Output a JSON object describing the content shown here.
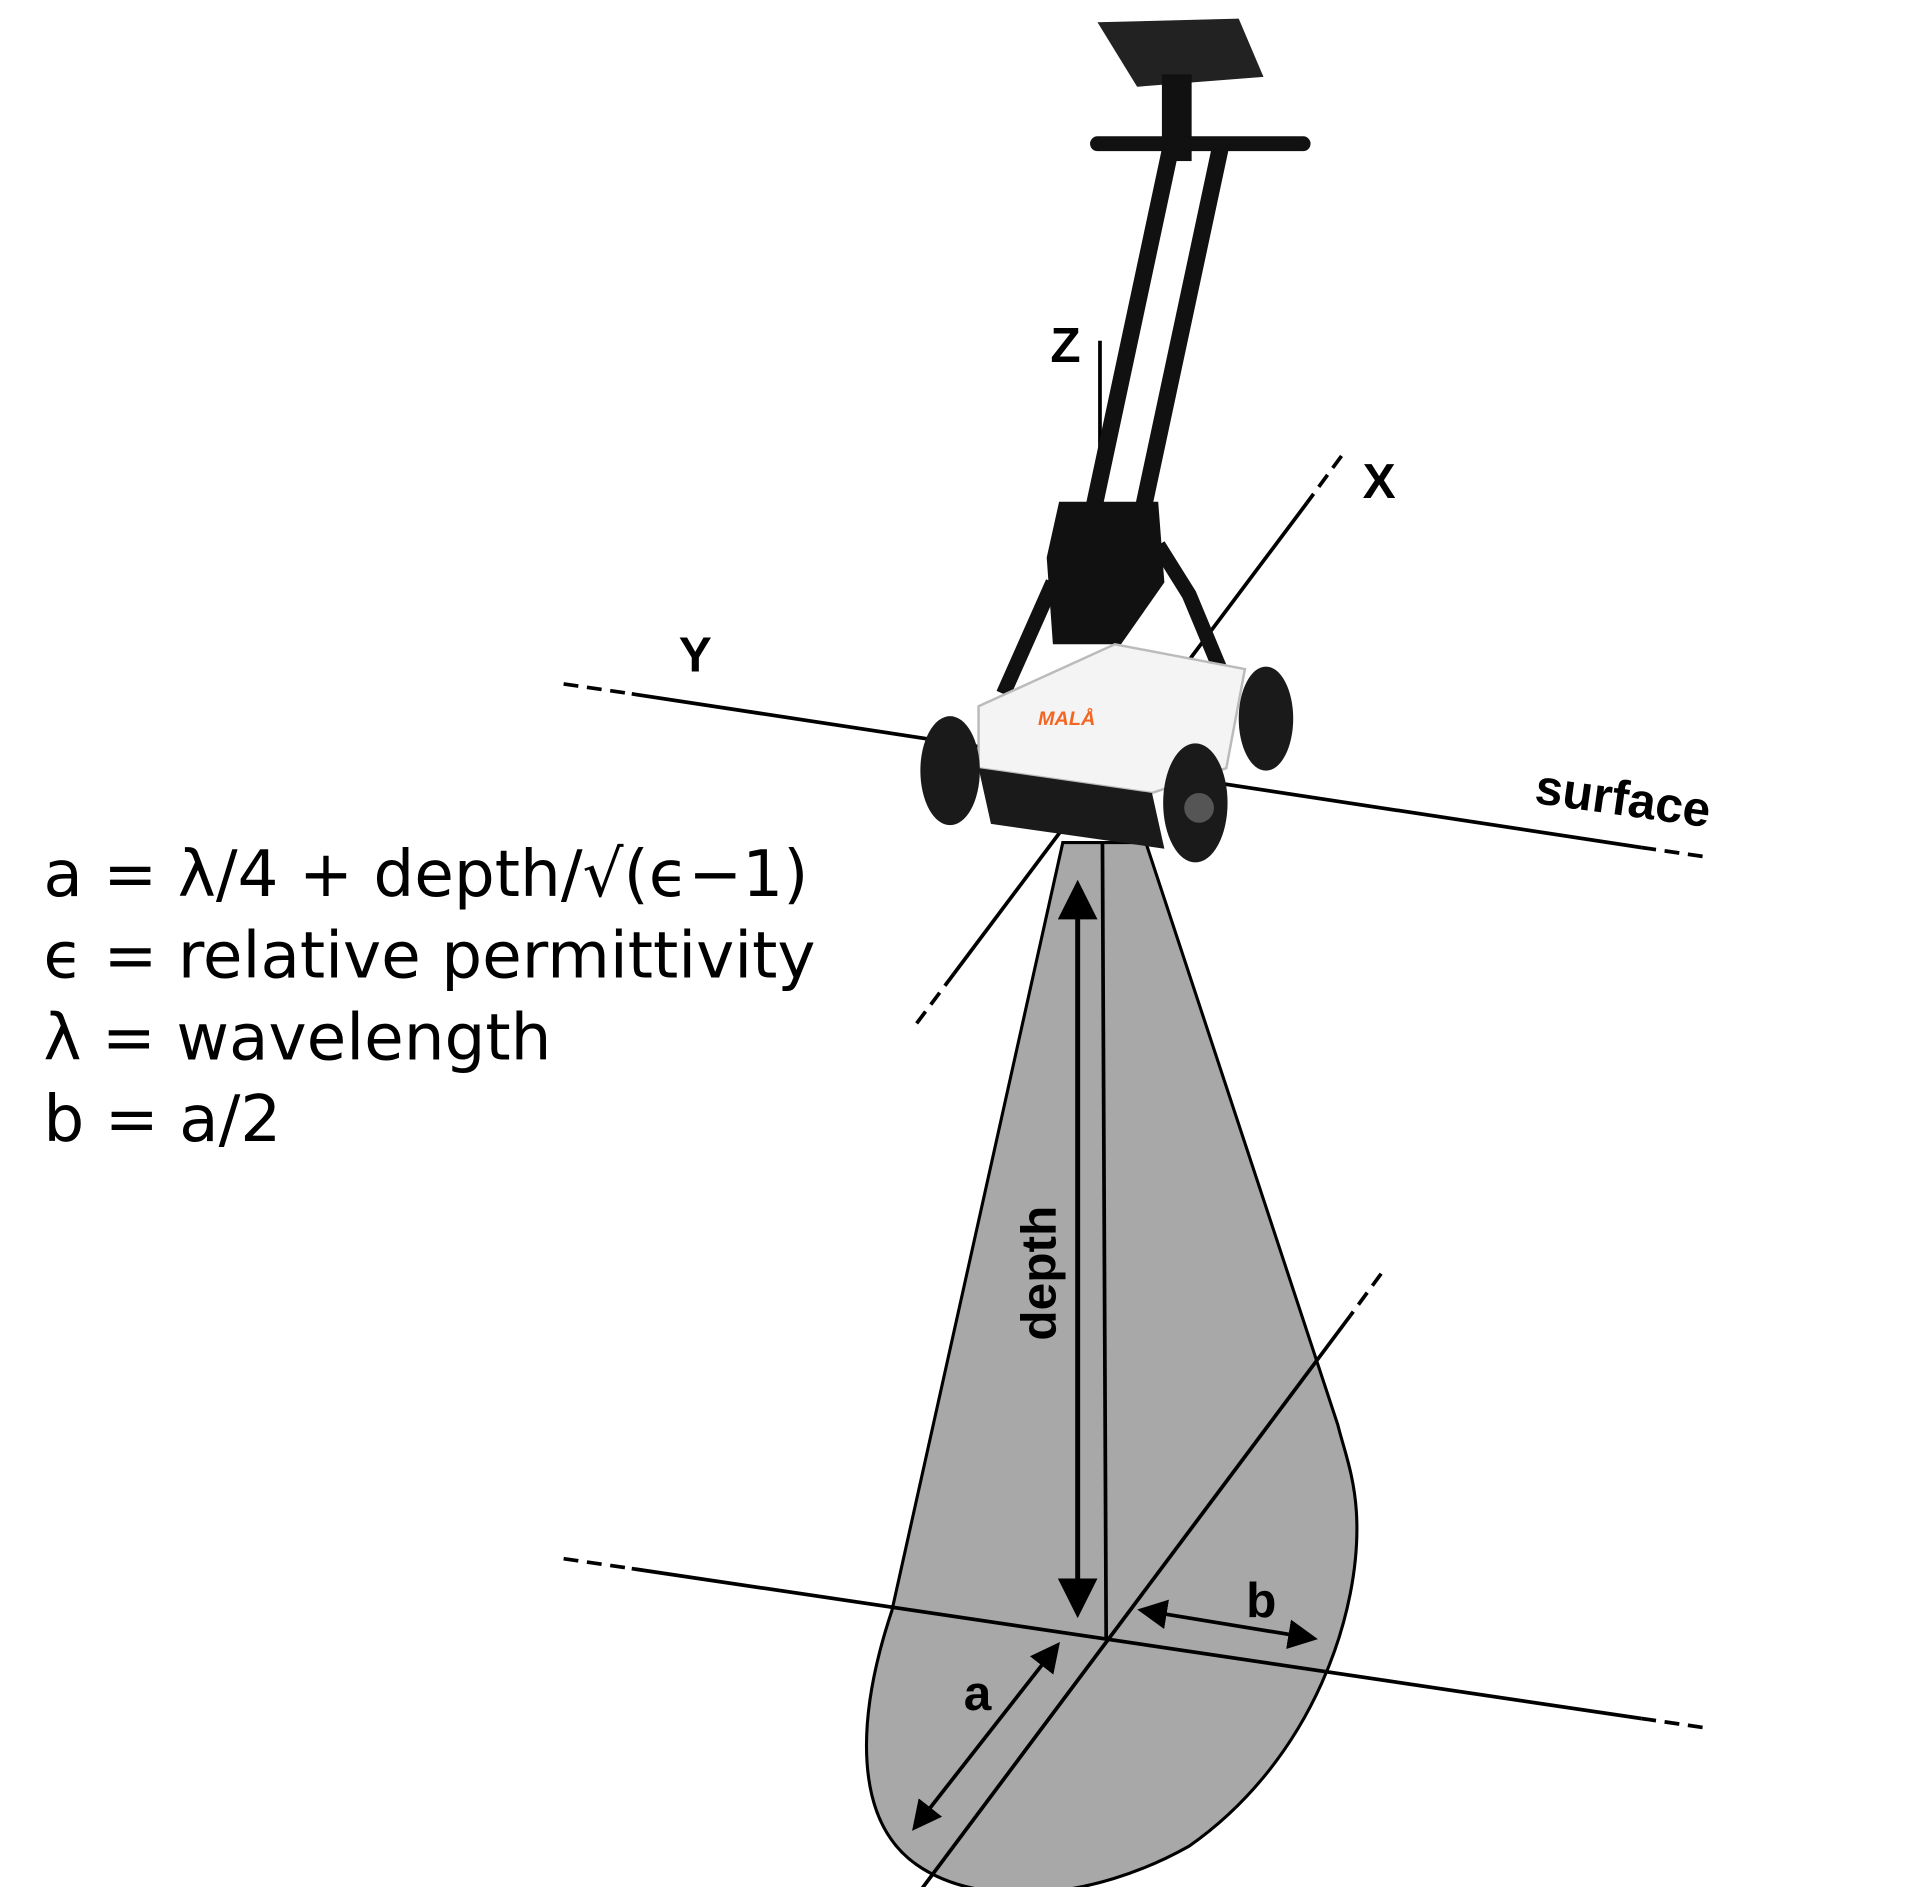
{
  "equations": [
    "a = λ/4 + depth/√(ϵ−1)",
    "ϵ = relative permittivity",
    "λ = wavelength",
    "b = a/2"
  ],
  "axis_labels": {
    "x": "X",
    "y": "Y",
    "z": "Z"
  },
  "surface_label": "surface",
  "depth_label": "depth",
  "a_label": "a",
  "b_label": "b",
  "device_brand": "MALÅ",
  "colors": {
    "beam": "#a8a8a8",
    "brand": "#f26522",
    "line": "#000000"
  }
}
